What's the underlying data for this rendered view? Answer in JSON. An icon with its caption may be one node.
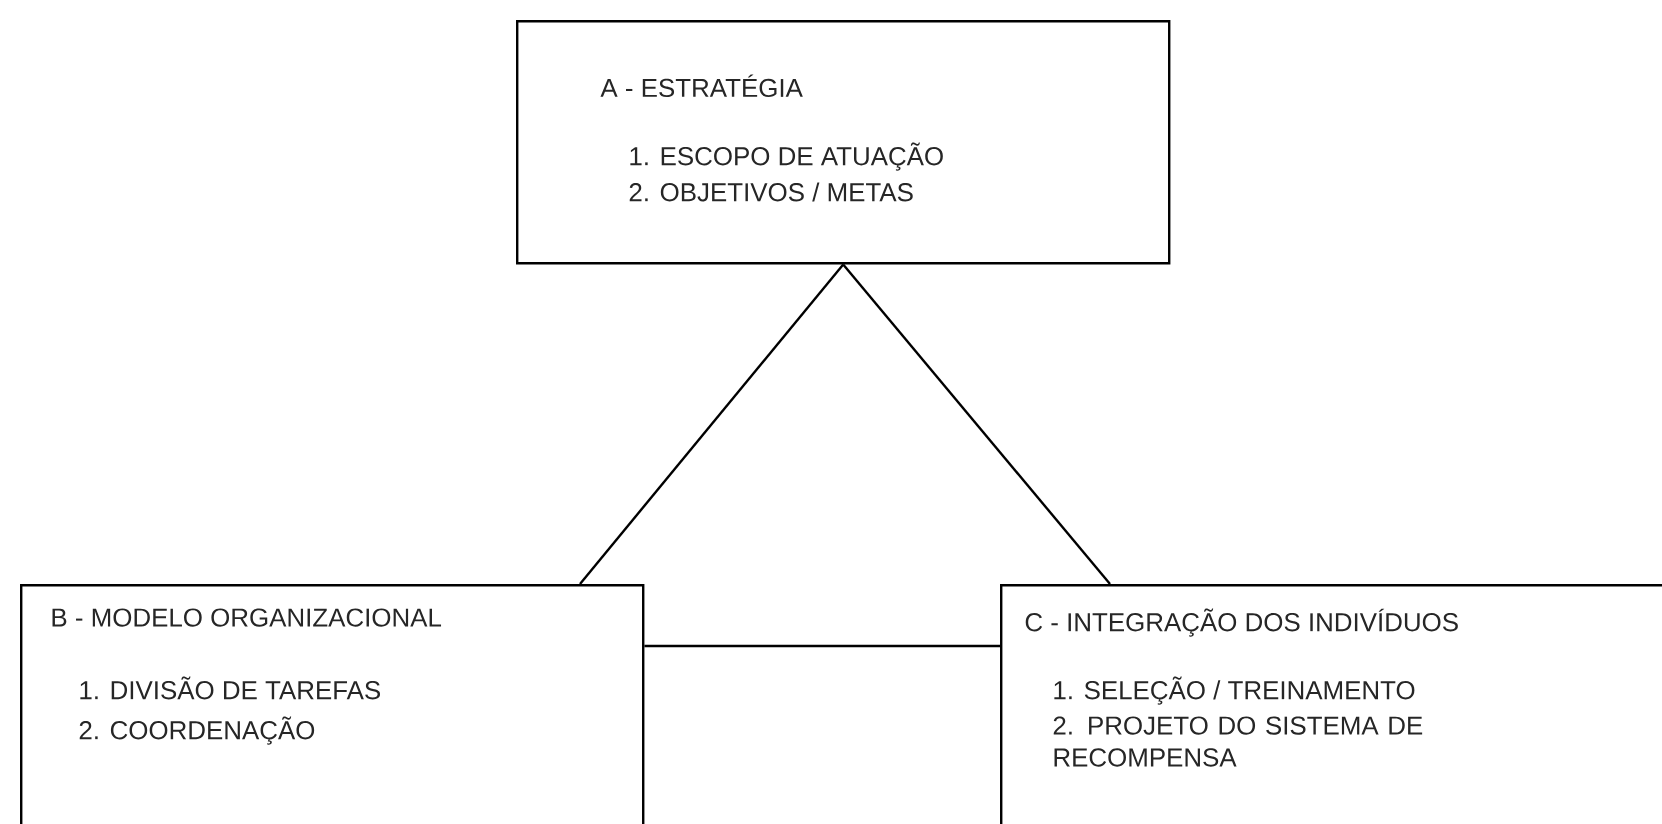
{
  "diagram": {
    "nodes": [
      {
        "text": [
          "A - ESTRATÉGIA",
          "1. ESCOPO DE ATUAÇÃO",
          "2. OBJETIVOS / METAS"
        ]
      },
      {
        "text": [
          "B - MODELO ORGANIZACIONAL",
          "1. DIVISÃO DE TAREFAS",
          "2. COORDENAÇÃO"
        ]
      },
      {
        "text": [
          "C - INTEGRAÇÃO DOS INDIVÍDUOS",
          "1. SELEÇÃO / TREINAMENTO",
          "2. PROJETO DO SISTEMA DE RECOMPENSA"
        ]
      }
    ],
    "edges": [
      {
        "from": 0,
        "to": 1,
        "arrow": "none"
      },
      {
        "from": 0,
        "to": 2,
        "arrow": "none"
      },
      {
        "from": 1,
        "to": 2,
        "arrow": "none"
      }
    ]
  }
}
